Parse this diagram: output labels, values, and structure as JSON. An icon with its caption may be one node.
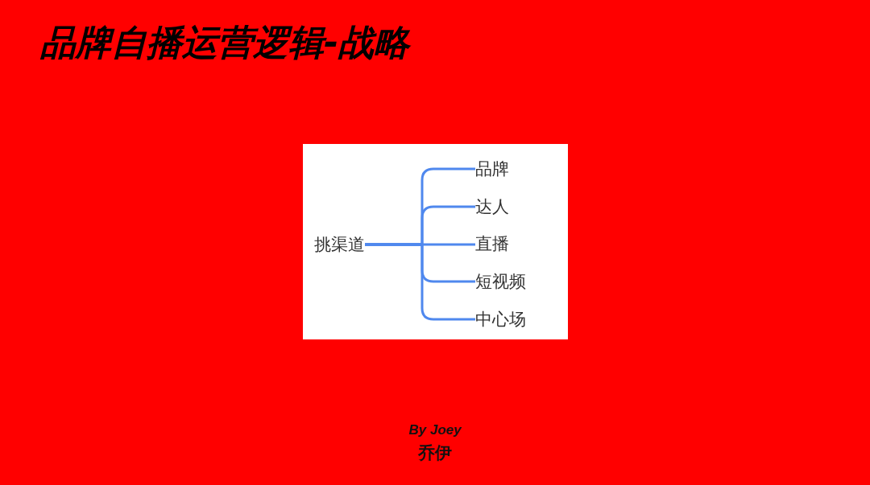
{
  "diagram": {
    "title": "品牌自播运营逻辑-战略",
    "nodes": [
      {
        "text": [
          "挑渠道"
        ]
      },
      {
        "text": [
          "品牌"
        ]
      },
      {
        "text": [
          "达人"
        ]
      },
      {
        "text": [
          "直播"
        ]
      },
      {
        "text": [
          "短视频"
        ]
      },
      {
        "text": [
          "中心场"
        ]
      }
    ],
    "edges": [
      {
        "from": 0,
        "to": 1,
        "arrow": "none"
      },
      {
        "from": 0,
        "to": 2,
        "arrow": "none"
      },
      {
        "from": 0,
        "to": 3,
        "arrow": "none"
      },
      {
        "from": 0,
        "to": 4,
        "arrow": "none"
      },
      {
        "from": 0,
        "to": 5,
        "arrow": "none"
      }
    ],
    "labels": [
      "By Joey",
      "乔伊"
    ]
  }
}
